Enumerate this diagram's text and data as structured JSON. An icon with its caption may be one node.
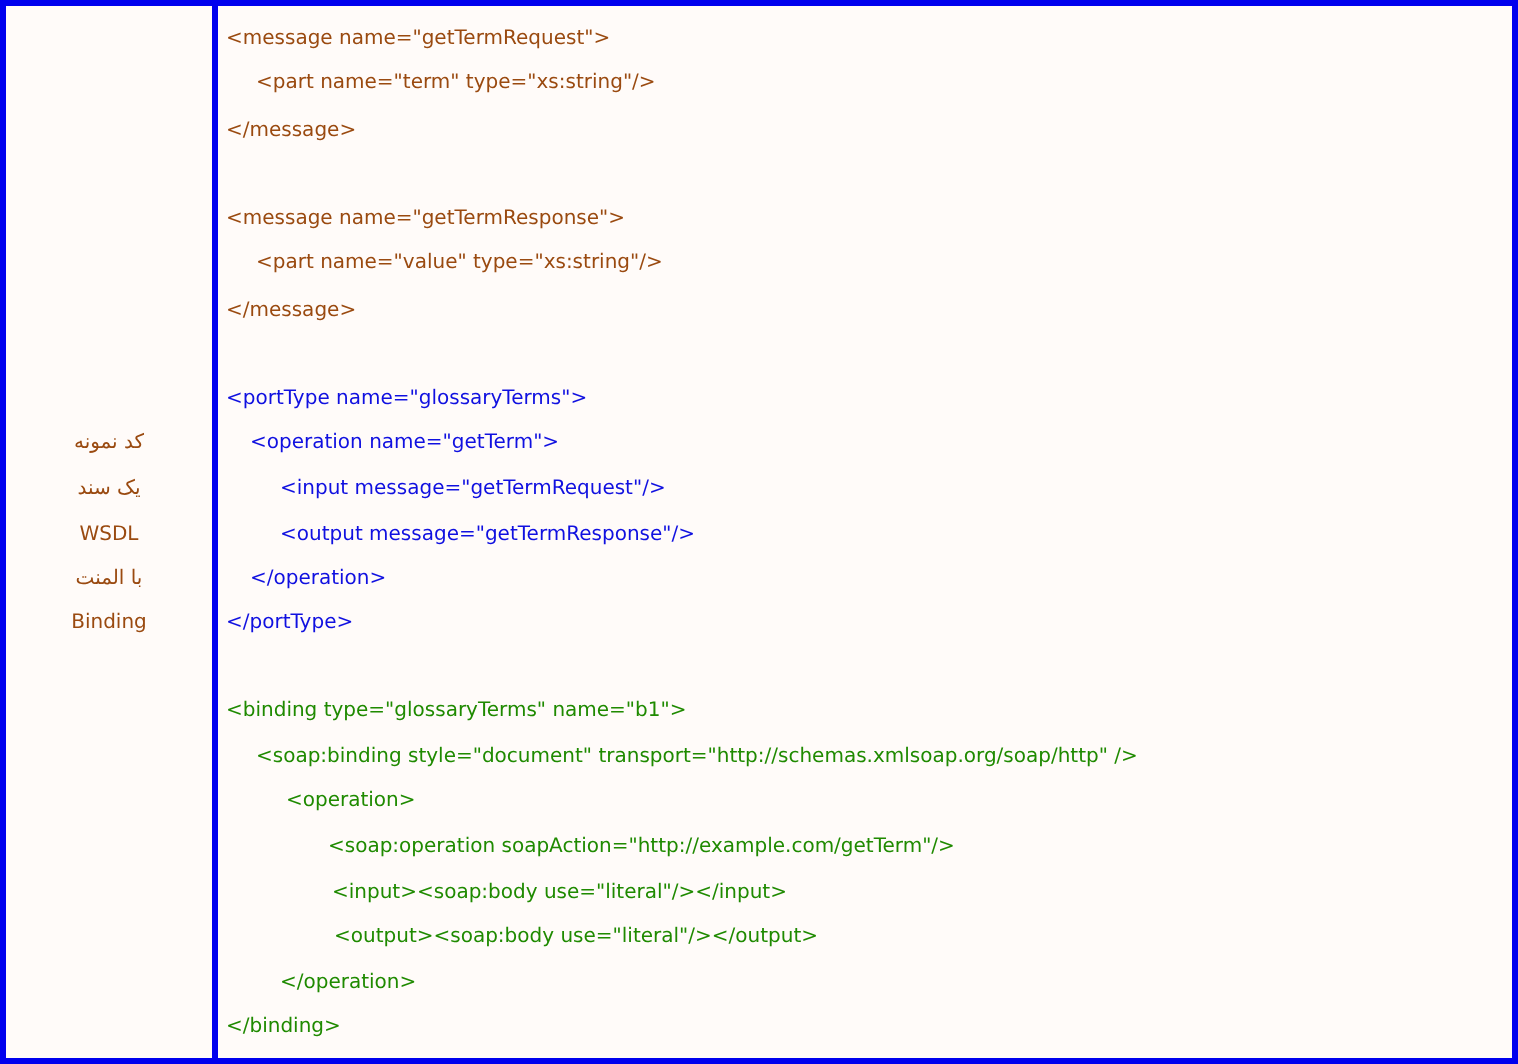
{
  "diagram": {
    "nodes": [
      {
        "text": [
          "کد نمونه",
          "یک سند",
          "WSDL",
          "با المنت",
          "Binding"
        ]
      },
      {
        "text": [
          "<message name=\"getTermRequest\">",
          "<part name=\"term\" type=\"xs:string\"/>",
          "</message>",
          "<message name=\"getTermResponse\">",
          "<part name=\"value\" type=\"xs:string\"/>",
          "</message>",
          "<portType name=\"glossaryTerms\">",
          "<operation name=\"getTerm\">",
          "<input message=\"getTermRequest\"/>",
          "<output message=\"getTermResponse\"/>",
          "</operation>",
          "</portType>",
          "<binding type=\"glossaryTerms\" name=\"b1\">",
          "<soap:binding style=\"document\" transport=\"http://schemas.xmlsoap.org/soap/http\" />",
          "<operation>",
          "<soap:operation soapAction=\"http://example.com/getTerm\"/>",
          "<input><soap:body use=\"literal\"/></input>",
          "<output><soap:body use=\"literal\"/></output>",
          "</operation>",
          "</binding>"
        ]
      }
    ]
  }
}
